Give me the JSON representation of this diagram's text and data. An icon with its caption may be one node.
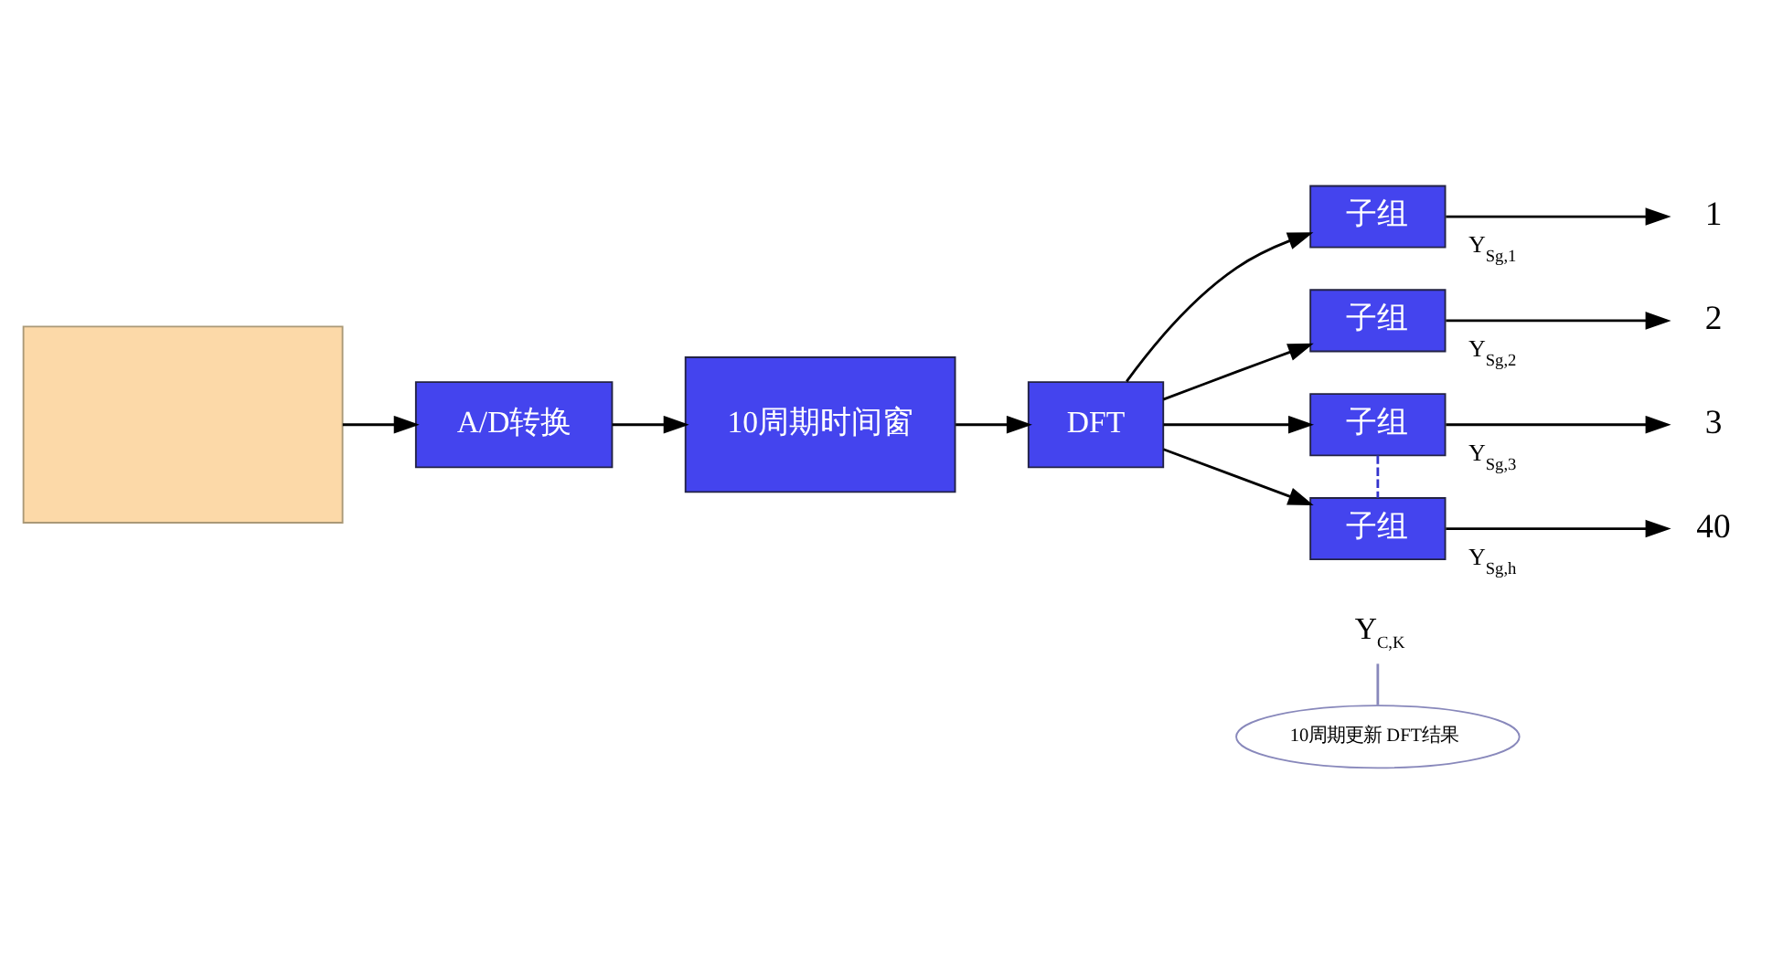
{
  "diagram": {
    "nodes": [
      {
        "text": [],
        "shape": "box"
      },
      {
        "text": [
          "A/D转换"
        ]
      },
      {
        "text": [
          "10周期时间窗"
        ]
      },
      {
        "text": [
          "DFT"
        ]
      },
      {
        "text": [
          "子组"
        ]
      },
      {
        "text": [
          "子组"
        ]
      },
      {
        "text": [
          "子组"
        ]
      },
      {
        "text": [
          "子组"
        ]
      },
      {
        "text": [
          "1"
        ]
      },
      {
        "text": [
          "2"
        ]
      },
      {
        "text": [
          "3"
        ]
      },
      {
        "text": [
          "40"
        ]
      },
      {
        "text": [
          "Y$_{C,K}$"
        ]
      },
      {
        "text": [
          "10周期更新 DFT结果"
        ]
      }
    ],
    "edges": [
      {
        "from": 0,
        "to": 1,
        "arrow": "to"
      },
      {
        "from": 1,
        "to": 2,
        "arrow": "to"
      },
      {
        "from": 2,
        "to": 3,
        "arrow": "to"
      },
      {
        "from": 3,
        "to": 4,
        "arrow": "to"
      },
      {
        "from": 3,
        "to": 5,
        "arrow": "to"
      },
      {
        "from": 3,
        "to": 6,
        "arrow": "to"
      },
      {
        "from": 3,
        "to": 7,
        "arrow": "to"
      },
      {
        "from": 4,
        "to": 8,
        "arrow": "to",
        "label": "Y$_{Sg,1}$"
      },
      {
        "from": 5,
        "to": 9,
        "arrow": "to",
        "label": "Y$_{Sg,2}$"
      },
      {
        "from": 6,
        "to": 10,
        "arrow": "to",
        "label": "Y$_{Sg,3}$"
      },
      {
        "from": 7,
        "to": 11,
        "arrow": "to",
        "label": "Y$_{Sg,h}$"
      },
      {
        "from": 6,
        "to": 7,
        "arrow": "none",
        "style": "dashed",
        "color": "#3333cc"
      },
      {
        "from": 13,
        "to": 12,
        "arrow": "none",
        "color": "#8888bb"
      }
    ]
  }
}
